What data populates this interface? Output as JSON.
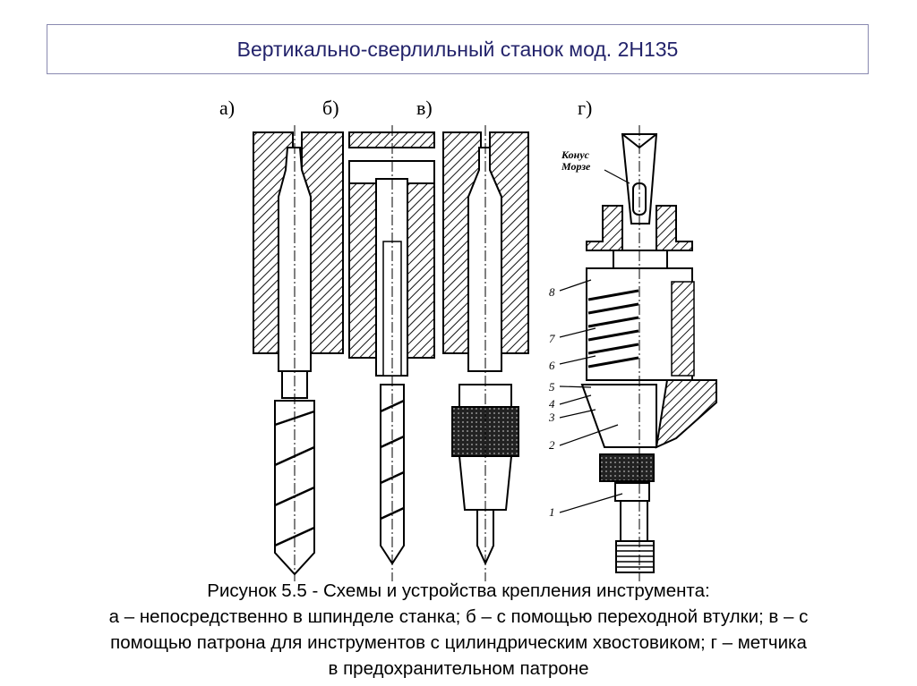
{
  "title": "Вертикально-сверлильный станок мод. 2Н135",
  "figure": {
    "labels": [
      "а)",
      "б)",
      "в)",
      "г)"
    ],
    "morse_label_line1": "Конус",
    "morse_label_line2": "Морзе",
    "part_numbers": [
      "8",
      "7",
      "6",
      "5",
      "4",
      "3",
      "2",
      "1"
    ]
  },
  "caption": {
    "line1": "Рисунок 5.5 - Схемы и устройства крепления инструмента:",
    "line2": "а – непосредственно в шпинделе станка; б – с помощью переходной втулки; в – с",
    "line3": "помощью патрона для инструментов с цилиндрическим хвостовиком; г – метчика",
    "line4": "в предохранительном патроне"
  }
}
